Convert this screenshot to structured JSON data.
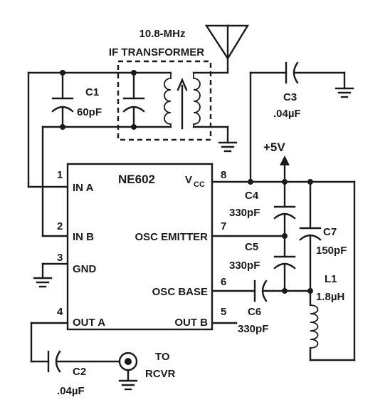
{
  "ic": {
    "name": "NE602",
    "vcc_label": "V",
    "vcc_sub": "CC",
    "pins": [
      {
        "num": "1",
        "label": "IN A"
      },
      {
        "num": "2",
        "label": "IN B"
      },
      {
        "num": "3",
        "label": "GND"
      },
      {
        "num": "4",
        "label": "OUT A"
      },
      {
        "num": "5",
        "label": "OUT B"
      },
      {
        "num": "6",
        "label": "OSC BASE"
      },
      {
        "num": "7",
        "label": "OSC EMITTER"
      },
      {
        "num": "8",
        "label": "V"
      }
    ]
  },
  "transformer": {
    "line1": "10.8-MHz",
    "line2": "IF TRANSFORMER"
  },
  "supply": "+5V",
  "output": {
    "line1": "TO",
    "line2": "RCVR"
  },
  "components": {
    "c1": {
      "name": "C1",
      "value": "60pF"
    },
    "c2": {
      "name": "C2",
      "value": ".04µF"
    },
    "c3": {
      "name": "C3",
      "value": ".04µF"
    },
    "c4": {
      "name": "C4",
      "value": "330pF"
    },
    "c5": {
      "name": "C5",
      "value": "330pF"
    },
    "c6": {
      "name": "C6",
      "value": "330pF"
    },
    "c7": {
      "name": "C7",
      "value": "150pF"
    },
    "l1": {
      "name": "L1",
      "value": "1.8µH"
    }
  },
  "colors": {
    "ink": "#1a1a1a",
    "background": "#ffffff"
  }
}
